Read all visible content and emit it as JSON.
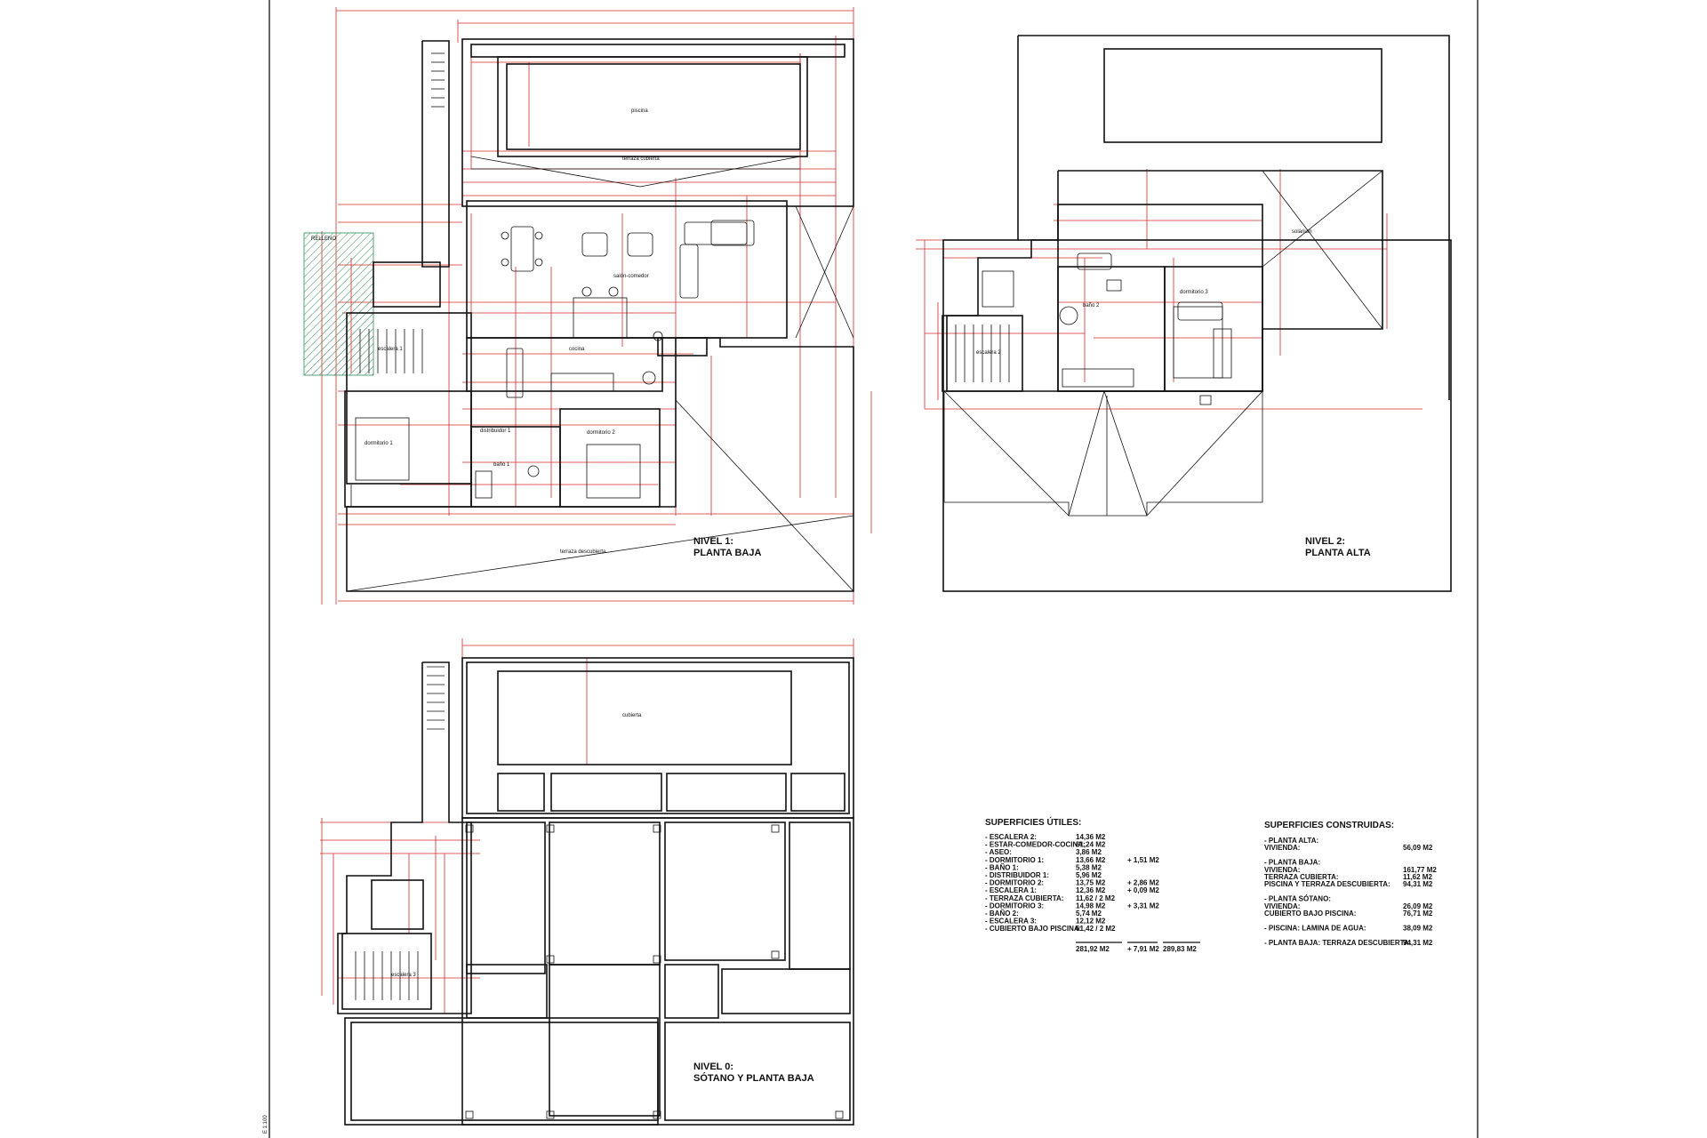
{
  "levels": {
    "level1": {
      "title": "NIVEL 1:",
      "subtitle": "PLANTA BAJA"
    },
    "level2": {
      "title": "NIVEL 2:",
      "subtitle": "PLANTA ALTA"
    },
    "level0": {
      "title": "NIVEL 0:",
      "subtitle": "SÓTANO Y PLANTA BAJA"
    }
  },
  "areas_useful": {
    "heading": "SUPERFICIES ÚTILES:",
    "rows": [
      {
        "label": "- ESCALERA 2:",
        "value": "14,36 M2",
        "extra": ""
      },
      {
        "label": "- ESTAR-COMEDOR-COCINA:",
        "value": "61,24 M2",
        "extra": ""
      },
      {
        "label": "- ASEO:",
        "value": "3,86 M2",
        "extra": ""
      },
      {
        "label": "- DORMITORIO 1:",
        "value": "13,66 M2",
        "extra": "+ 1,51 M2"
      },
      {
        "label": "- BAÑO 1:",
        "value": "5,38 M2",
        "extra": ""
      },
      {
        "label": "- DISTRIBUIDOR 1:",
        "value": "5,96 M2",
        "extra": ""
      },
      {
        "label": "- DORMITORIO 2:",
        "value": "13,75 M2",
        "extra": "+ 2,86 M2"
      },
      {
        "label": "- ESCALERA 1:",
        "value": "12,36 M2",
        "extra": "+ 0,09 M2"
      },
      {
        "label": "- TERRAZA CUBIERTA:",
        "value": "11,62 / 2 M2",
        "extra": ""
      },
      {
        "label": "- DORMITORIO 3:",
        "value": "14,98 M2",
        "extra": "+ 3,31 M2"
      },
      {
        "label": "- BAÑO 2:",
        "value": "5,74 M2",
        "extra": ""
      },
      {
        "label": "- ESCALERA 3:",
        "value": "12,12 M2",
        "extra": ""
      },
      {
        "label": "- CUBIERTO BAJO PISCINA:",
        "value": "61,42 / 2 M2",
        "extra": ""
      }
    ],
    "total_value": "281,92 M2",
    "total_extra": "+ 7,91 M2",
    "total_sum": "289,83 M2"
  },
  "areas_built": {
    "heading": "SUPERFICIES CONSTRUIDAS:",
    "rows": [
      {
        "label": "- PLANTA ALTA:",
        "value": ""
      },
      {
        "label": "VIVIENDA:",
        "value": "56,09 M2"
      },
      {
        "label": "",
        "value": ""
      },
      {
        "label": "- PLANTA BAJA:",
        "value": ""
      },
      {
        "label": "VIVIENDA:",
        "value": "161,77 M2"
      },
      {
        "label": "TERRAZA CUBIERTA:",
        "value": "11,62 M2"
      },
      {
        "label": "PISCINA Y TERRAZA DESCUBIERTA:",
        "value": "94,31 M2"
      },
      {
        "label": "",
        "value": ""
      },
      {
        "label": "- PLANTA SÓTANO:",
        "value": ""
      },
      {
        "label": "VIVIENDA:",
        "value": "26,09 M2"
      },
      {
        "label": "CUBIERTO BAJO PISCINA:",
        "value": "76,71 M2"
      },
      {
        "label": "",
        "value": ""
      },
      {
        "label": "- PISCINA: LAMINA DE AGUA:",
        "value": "38,09 M2"
      },
      {
        "label": "",
        "value": ""
      },
      {
        "label": "- PLANTA BAJA: TERRAZA DESCUBIERTA:",
        "value": "94,31 M2"
      }
    ]
  },
  "room_labels": {
    "piscina": "piscina",
    "terraza_cubierta": "terraza cubierta",
    "salon": "salón-comedor",
    "cocina": "cocina",
    "dormitorio1": "dormitorio 1",
    "dormitorio2": "dormitorio 2",
    "dormitorio3": "dormitorio 3",
    "bano1": "baño 1",
    "bano2": "baño 2",
    "escalera1": "escalera 1",
    "escalera2": "escalera 2",
    "escalera3": "escalera 3",
    "distribuidor": "distribuidor 1",
    "relleno": "RELLENO",
    "terraza_descubierta": "terraza descubierta",
    "solarium": "solárium",
    "cubierta": "cubierta"
  },
  "margin_note": "E 1:100",
  "colors": {
    "dimension": "#d42a2a",
    "walls": "#111111",
    "fill_hatch": "#2e8b57"
  }
}
